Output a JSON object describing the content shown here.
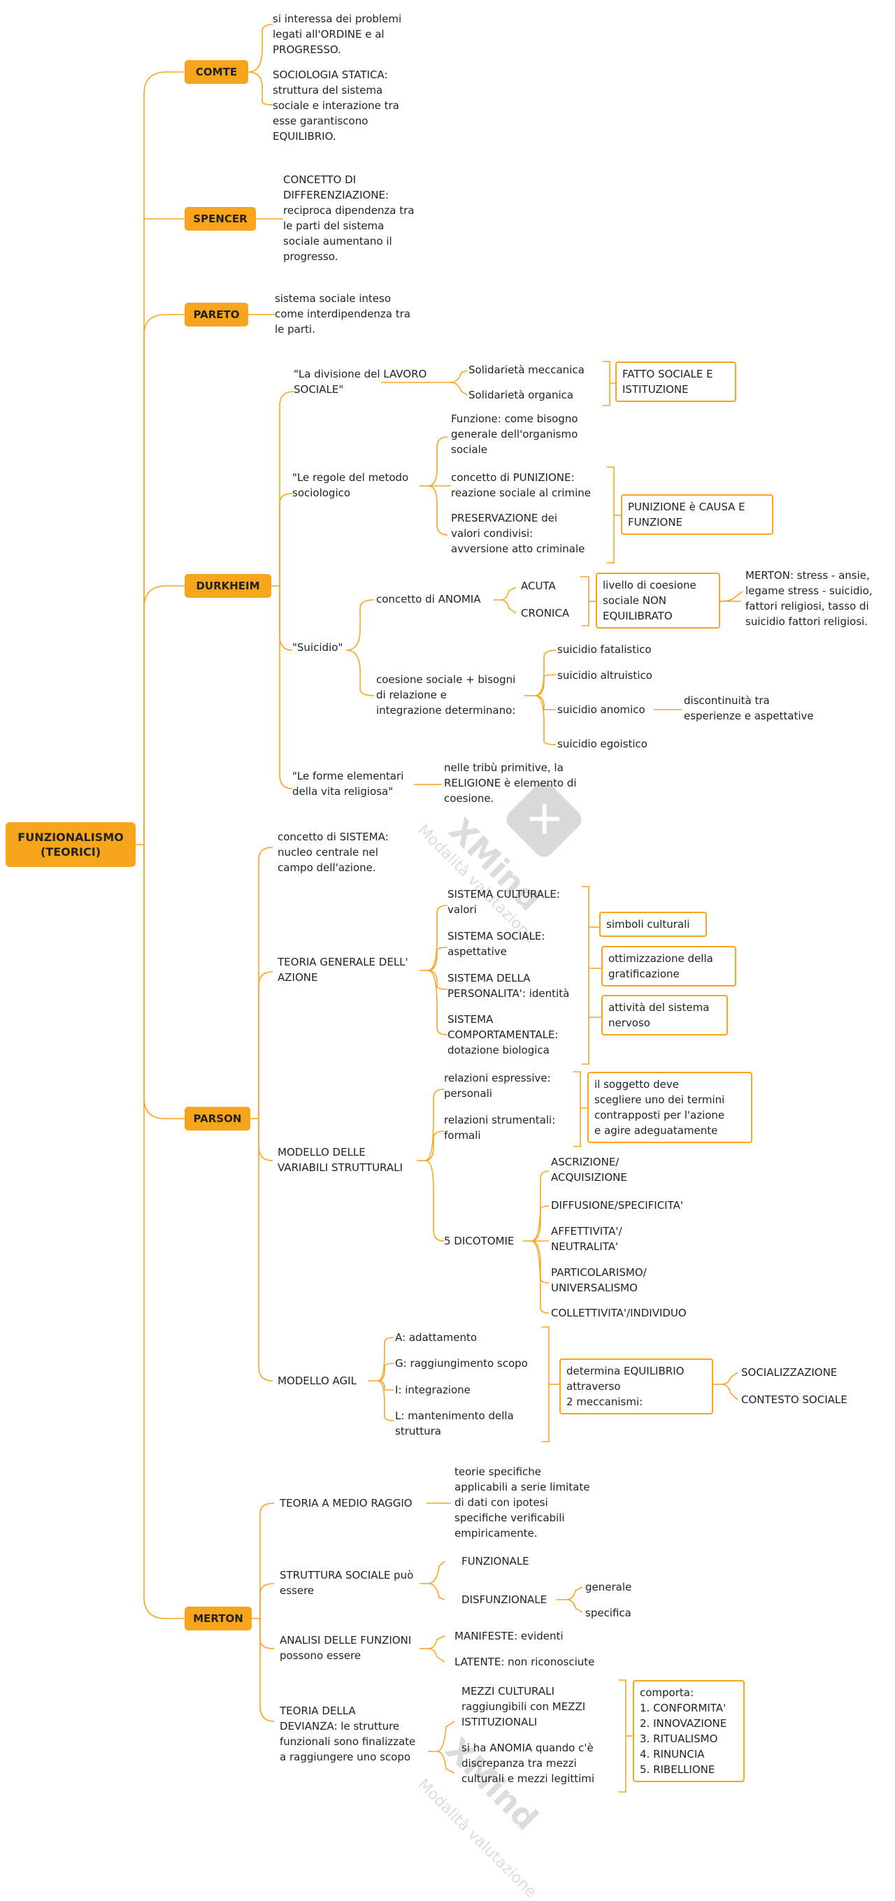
{
  "watermark": {
    "brand": "XMind",
    "mode": "Modalità valutazione",
    "icon": "xmind-logo-icon"
  },
  "root": {
    "label": "FUNZIONALISMO\n(TEORICI)"
  },
  "comte": {
    "label": "COMTE",
    "t1": "si interessa dei problemi\nlegati all'ORDINE e al\nPROGRESSO.",
    "t2": "SOCIOLOGIA STATICA:\nstruttura del sistema\nsociale e interazione tra\nesse garantiscono\nEQUILIBRIO."
  },
  "spencer": {
    "label": "SPENCER",
    "t1": "CONCETTO DI\nDIFFERENZIAZIONE:\nreciproca dipendenza tra\nle parti del sistema\nsociale aumentano il\nprogresso."
  },
  "pareto": {
    "label": "PARETO",
    "t1": "sistema sociale inteso\ncome interdipendenza tra\nle parti."
  },
  "durkheim": {
    "label": "DURKHEIM",
    "divisione": {
      "title": "\"La divisione del LAVORO\nSOCIALE\"",
      "meccanica": "Solidarietà meccanica",
      "organica": "Solidarietà organica",
      "box": "FATTO SOCIALE E\nISTITUZIONE"
    },
    "regole": {
      "title": "\"Le regole del metodo\nsociologico",
      "funzione": "Funzione: come bisogno\ngenerale dell'organismo\nsociale",
      "punizione": "concetto di PUNIZIONE:\nreazione sociale al crimine",
      "preservazione": "PRESERVAZIONE dei\nvalori condivisi:\navversione atto criminale",
      "box": "PUNIZIONE è CAUSA E\nFUNZIONE"
    },
    "suicidio": {
      "title": "\"Suicidio\"",
      "anomia": "concetto di ANOMIA",
      "acuta": "ACUTA",
      "cronica": "CRONICA",
      "box": "livello di coesione\nsociale NON\nEQUILIBRATO",
      "merton_note": "MERTON: stress - ansie,\nlegame stress - suicidio,\nfattori religiosi, tasso di\nsuicidio fattori religiosi.",
      "coesione": "coesione sociale + bisogni\ndi relazione e\nintegrazione determinano:",
      "fatalistico": "suicidio fatalistico",
      "altruistico": "suicidio altruistico",
      "anomico": "suicidio anomico",
      "discontinuita": "discontinuità tra\nesperienze e aspettative",
      "egoistico": "suicidio egoistico"
    },
    "forme": {
      "title": "\"Le forme elementari\ndella vita religiosa\"",
      "note": "nelle tribù primitive, la\nRELIGIONE è elemento di\ncoesione."
    }
  },
  "parson": {
    "label": "PARSON",
    "sistema": "concetto di SISTEMA:\nnucleo centrale nel\ncampo dell'azione.",
    "teoria": {
      "title": "TEORIA GENERALE DELL'\nAZIONE",
      "culturale": "SISTEMA CULTURALE:\nvalori",
      "sociale": "SISTEMA SOCIALE:\naspettative",
      "personalita": "SISTEMA DELLA\nPERSONALITA': identità",
      "comportamentale": "SISTEMA\nCOMPORTAMENTALE:\ndotazione biologica",
      "box1": "simboli culturali",
      "box2": "ottimizzazione della\ngratificazione",
      "box3": "attività del sistema\nnervoso"
    },
    "modello_var": {
      "title": "MODELLO DELLE\nVARIABILI STRUTTURALI",
      "espressive": "relazioni espressive:\npersonali",
      "strumentali": "relazioni strumentali:\nformali",
      "box": "il soggetto deve\nscegliere uno dei termini\ncontrapposti per l'azione\ne agire adeguatamente",
      "dicotomie": "5 DICOTOMIE",
      "d1": "ASCRIZIONE/\nACQUISIZIONE",
      "d2": "DIFFUSIONE/SPECIFICITA'",
      "d3": "AFFETTIVITA'/\nNEUTRALITA'",
      "d4": "PARTICOLARISMO/\nUNIVERSALISMO",
      "d5": "COLLETTIVITA'/INDIVIDUO"
    },
    "agil": {
      "title": "MODELLO AGIL",
      "a": "A: adattamento",
      "g": "G: raggiungimento scopo",
      "i": "I: integrazione",
      "l": "L: mantenimento della\nstruttura",
      "box": "determina EQUILIBRIO\nattraverso\n2 meccanismi:",
      "socializzazione": "SOCIALIZZAZIONE",
      "contesto": "CONTESTO SOCIALE"
    }
  },
  "merton": {
    "label": "MERTON",
    "medio": {
      "title": "TEORIA A MEDIO RAGGIO",
      "note": "teorie specifiche\napplicabili a serie limitate\ndi dati con ipotesi\nspecifiche verificabili\nempiricamente."
    },
    "struttura": {
      "title": "STRUTTURA SOCIALE può\nessere",
      "funzionale": "FUNZIONALE",
      "disfunzionale": "DISFUNZIONALE",
      "generale": "generale",
      "specifica": "specifica"
    },
    "analisi": {
      "title": "ANALISI DELLE FUNZIONI\npossono essere",
      "manifeste": "MANIFESTE: evidenti",
      "latente": "LATENTE: non riconosciute"
    },
    "devianza": {
      "title": "TEORIA DELLA\nDEVIANZA: le strutture\nfunzionali sono finalizzate\na raggiungere uno scopo",
      "mezzi": "MEZZI CULTURALI\nraggiungibili con MEZZI\nISTITUZIONALI",
      "anomia": "si ha ANOMIA quando c'è\ndiscrepanza tra mezzi\nculturali e mezzi legittimi",
      "box": "comporta:\n1. CONFORMITA'\n2. INNOVAZIONE\n3. RITUALISMO\n4. RINUNCIA\n5. RIBELLIONE"
    }
  }
}
